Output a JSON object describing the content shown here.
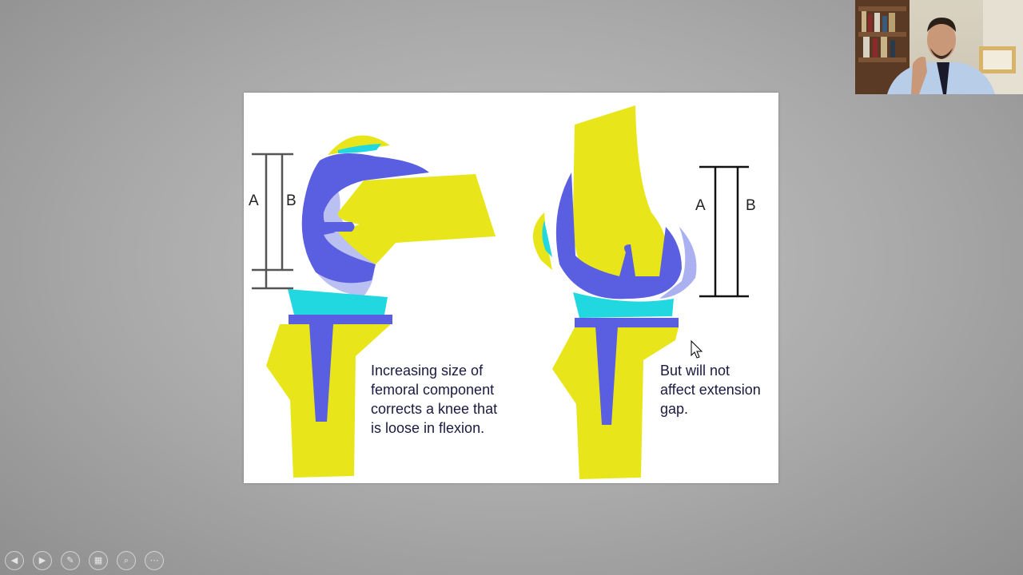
{
  "slide": {
    "left_label_a": "A",
    "left_label_b": "B",
    "right_label_a": "A",
    "right_label_b": "B",
    "caption_left": "Increasing size of\nfemoral component\ncorrects a knee that\nis loose in flexion.",
    "caption_right": "But will not\naffect extension\ngap."
  },
  "colors": {
    "bone": "#e8e61a",
    "component": "#5a5ee0",
    "component_ghost": "#aab0f0",
    "insert": "#22d8e0",
    "text": "#1a1a40"
  },
  "toolbar": {
    "buttons": [
      {
        "name": "previous-slide",
        "icon": "◀"
      },
      {
        "name": "next-slide",
        "icon": "▶"
      },
      {
        "name": "pen-tool",
        "icon": "✎"
      },
      {
        "name": "all-slides",
        "icon": "▦"
      },
      {
        "name": "zoom",
        "icon": "⌕"
      },
      {
        "name": "more-options",
        "icon": "⋯"
      }
    ]
  }
}
